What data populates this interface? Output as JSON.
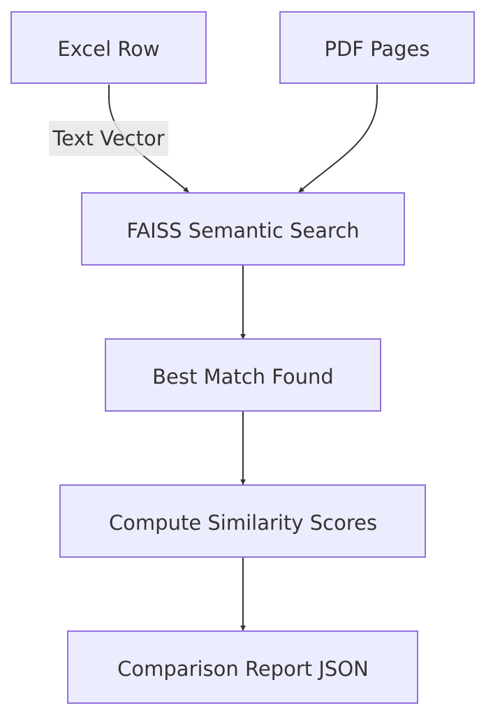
{
  "diagram": {
    "type": "flowchart",
    "direction": "top-down",
    "colors": {
      "node_fill": "#ECECFF",
      "node_stroke": "#9370DB",
      "text": "#333333",
      "edge": "#333333",
      "edge_label_bg": "#E8E8E8"
    },
    "nodes": [
      {
        "id": "excel",
        "label": "Excel Row"
      },
      {
        "id": "pdf",
        "label": "PDF Pages"
      },
      {
        "id": "faiss",
        "label": "FAISS Semantic Search"
      },
      {
        "id": "best",
        "label": "Best Match Found"
      },
      {
        "id": "compute",
        "label": "Compute Similarity Scores"
      },
      {
        "id": "report",
        "label": "Comparison Report JSON"
      }
    ],
    "edges": [
      {
        "from": "excel",
        "to": "faiss",
        "label": "Text Vector"
      },
      {
        "from": "pdf",
        "to": "faiss",
        "label": ""
      },
      {
        "from": "faiss",
        "to": "best",
        "label": ""
      },
      {
        "from": "best",
        "to": "compute",
        "label": ""
      },
      {
        "from": "compute",
        "to": "report",
        "label": ""
      }
    ]
  }
}
